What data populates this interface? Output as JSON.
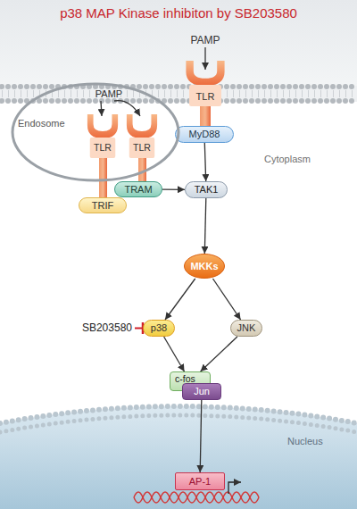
{
  "diagram": {
    "title": "p38 MAP Kinase inhibiton by SB203580",
    "nodes": [
      {
        "text": [
          "TLR"
        ]
      },
      {
        "text": [
          "MyD88"
        ]
      },
      {
        "text": [
          "Endosome"
        ]
      },
      {
        "text": [
          "TLR"
        ],
        "in": 2
      },
      {
        "text": [
          "TLR"
        ],
        "in": 2
      },
      {
        "text": [
          "TRIF"
        ]
      },
      {
        "text": [
          "TRAM"
        ]
      },
      {
        "text": [
          "TAK1"
        ]
      },
      {
        "text": [
          "MKKs"
        ]
      },
      {
        "text": [
          "p38"
        ]
      },
      {
        "text": [
          "JNK"
        ]
      },
      {
        "text": [
          "c-fos"
        ]
      },
      {
        "text": [
          "Jun"
        ]
      },
      {
        "text": [
          "AP-1"
        ]
      }
    ],
    "edges": [
      {
        "from": 1,
        "to": 7,
        "arrow": "to"
      },
      {
        "from": 6,
        "to": 7,
        "arrow": "to"
      },
      {
        "from": 7,
        "to": 8,
        "arrow": "to"
      },
      {
        "from": 8,
        "to": 9,
        "arrow": "to"
      },
      {
        "from": 8,
        "to": 10,
        "arrow": "to"
      },
      {
        "from": 9,
        "to": 11,
        "arrow": "to"
      },
      {
        "from": 10,
        "to": 11,
        "arrow": "to"
      },
      {
        "from": 12,
        "to": 13,
        "arrow": "to"
      }
    ],
    "labels": [
      "PAMP",
      "PAMP",
      "Cytoplasm",
      "SB203580",
      "Nucleus"
    ]
  }
}
